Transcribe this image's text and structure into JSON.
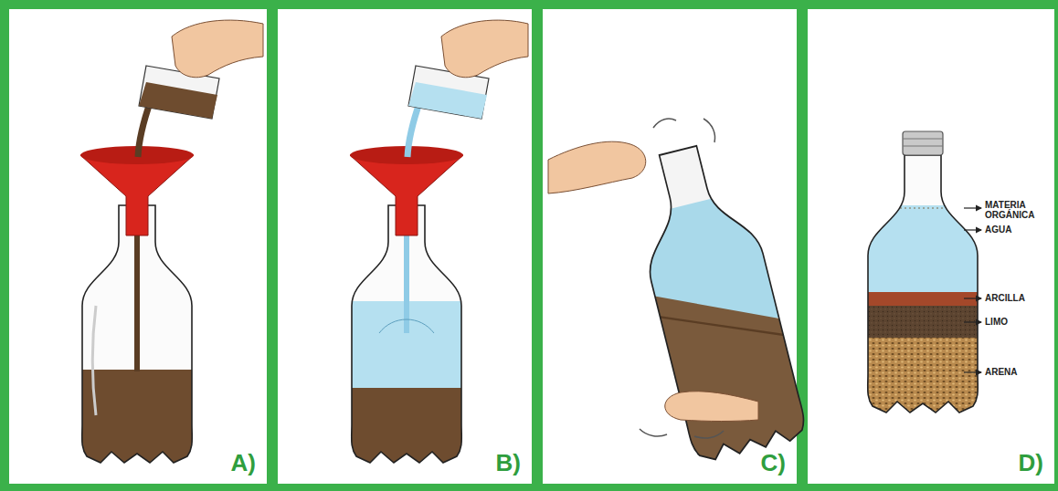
{
  "diagram": {
    "nodes": [
      {
        "text": [
          "A)"
        ]
      },
      {
        "text": [
          "B)"
        ]
      },
      {
        "text": [
          "C)"
        ]
      },
      {
        "text": [
          "D)"
        ]
      }
    ],
    "labels": [
      "MATERIA ORGÁNICA",
      "AGUA",
      "ARCILLA",
      "LIMO",
      "ARENA"
    ]
  }
}
